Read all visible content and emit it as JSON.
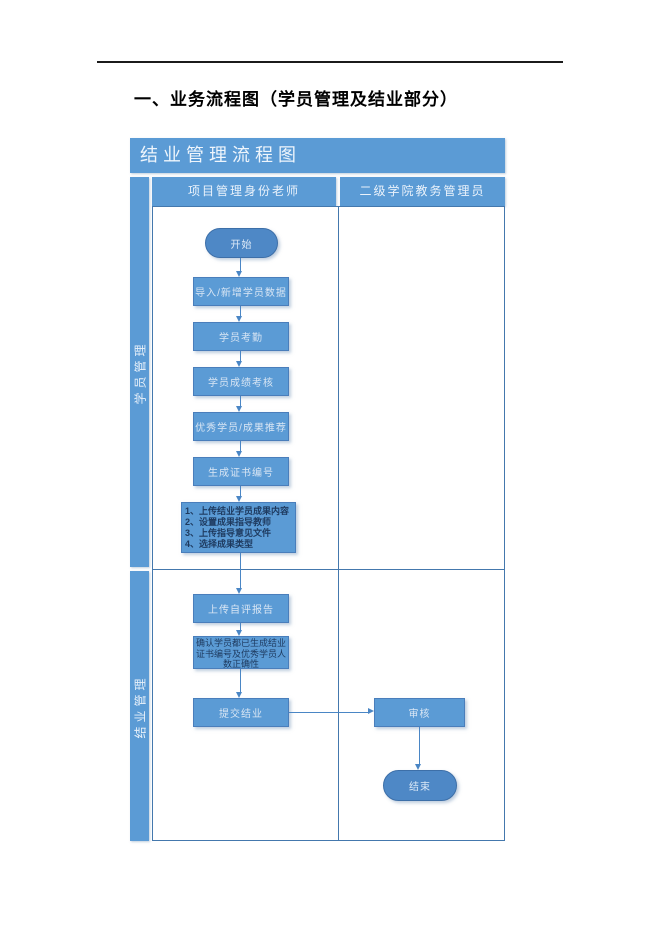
{
  "page": {
    "heading": "一、业务流程图（学员管理及结业部分）"
  },
  "chart": {
    "title": "结业管理流程图",
    "columns": {
      "col1": "项目管理身份老师",
      "col2": "二级学院教务管理员"
    },
    "lanes": {
      "lane1": "学员管理",
      "lane2": "结业管理"
    },
    "colors": {
      "accent": "#5b9bd5",
      "terminator_fill": "#4e88c6",
      "grid_border": "#4478ad",
      "arrow": "#4a86c5"
    },
    "nodes": {
      "start": "开始",
      "import_data": "导入/新增学员数据",
      "attendance": "学员考勤",
      "score_assessment": "学员成绩考核",
      "excellent_recommend": "优秀学员/成果推荐",
      "generate_cert_no": "生成证书编号",
      "upload_tasks": {
        "items": [
          "1、上传结业学员成果内容",
          "2、设置成果指导教师",
          "3、上传指导意见文件",
          "4、选择成果类型"
        ]
      },
      "upload_self_report": "上传自评报告",
      "confirm_check_lines": [
        "确认学员都已生成结业",
        "证书编号及优秀学员人",
        "数正确性"
      ],
      "submit_completion": "提交结业",
      "review": "审核",
      "end": "结束"
    }
  }
}
